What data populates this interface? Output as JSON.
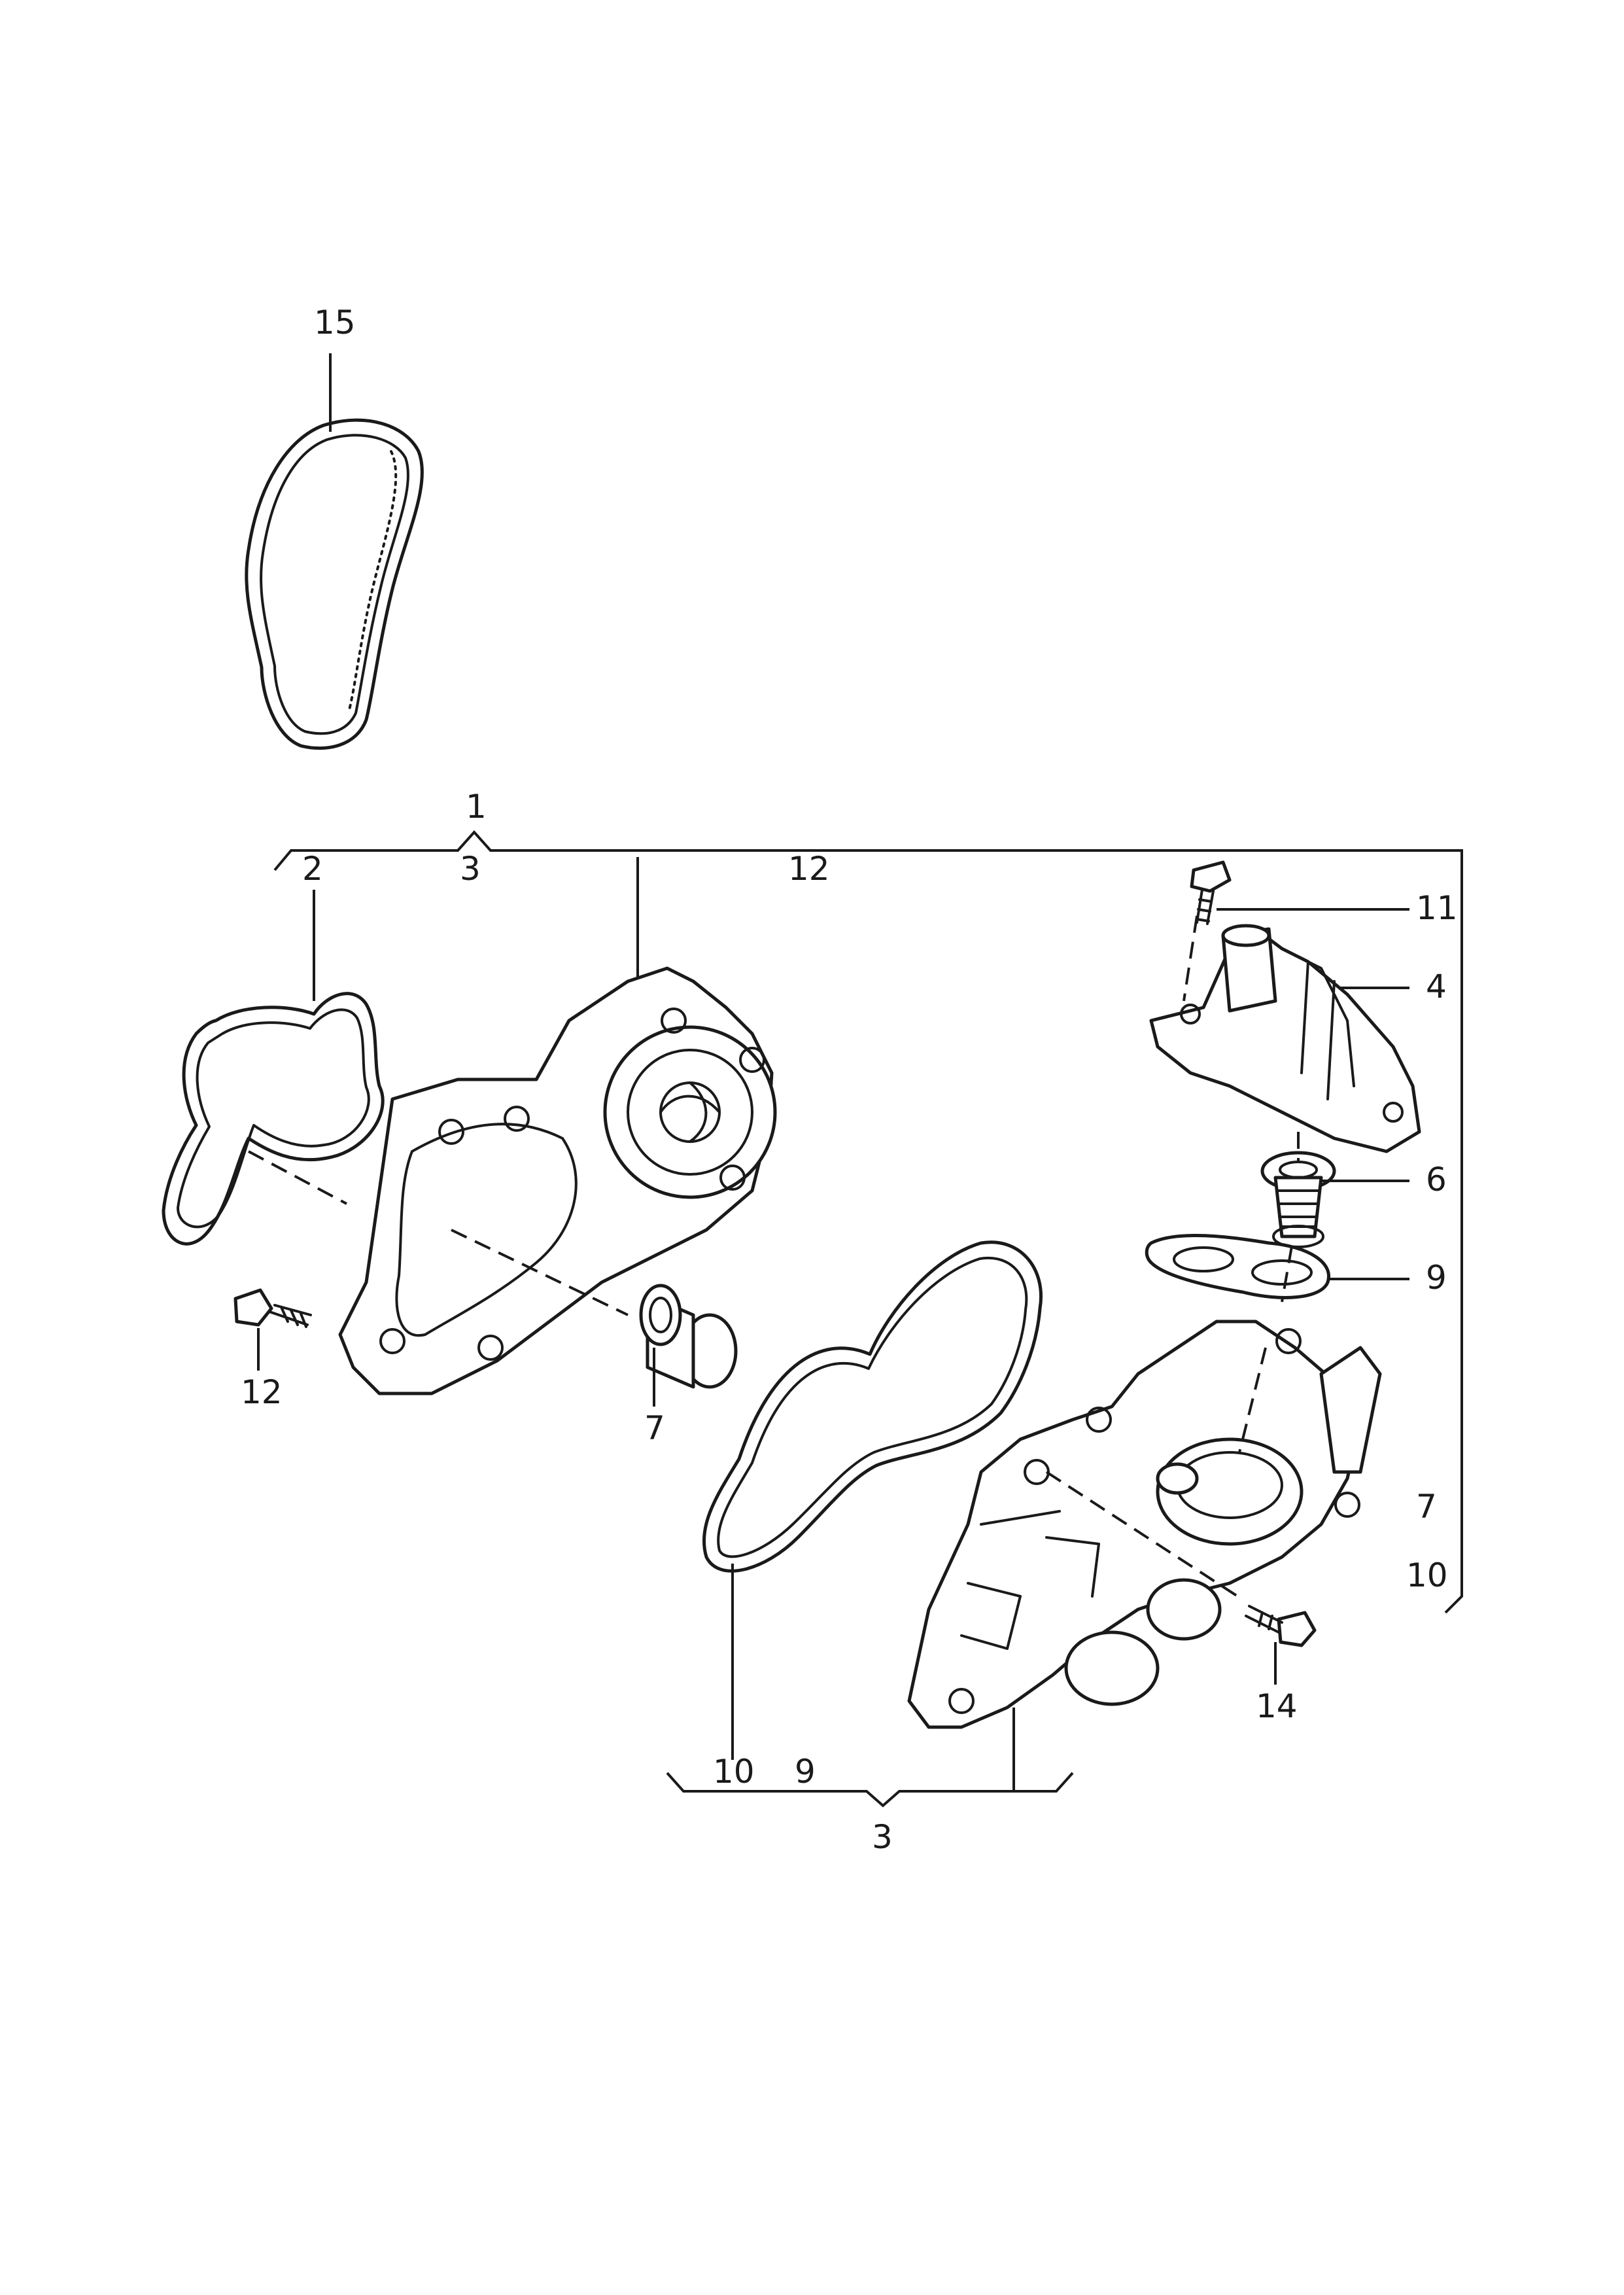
{
  "callouts": {
    "belt": "15",
    "group_top": "1",
    "group_top_sub": "3",
    "group_top_right": "12",
    "gasket_left": "2",
    "screw_top": "11",
    "thermostat_housing": "4",
    "thermostat": "6",
    "seal_ring": "9",
    "bolt_left": "12",
    "plug_left": "7",
    "side_7": "7",
    "side_10": "10",
    "bolt_right": "14",
    "bottom_10": "10",
    "bottom_9": "9",
    "bottom_3": "3"
  }
}
